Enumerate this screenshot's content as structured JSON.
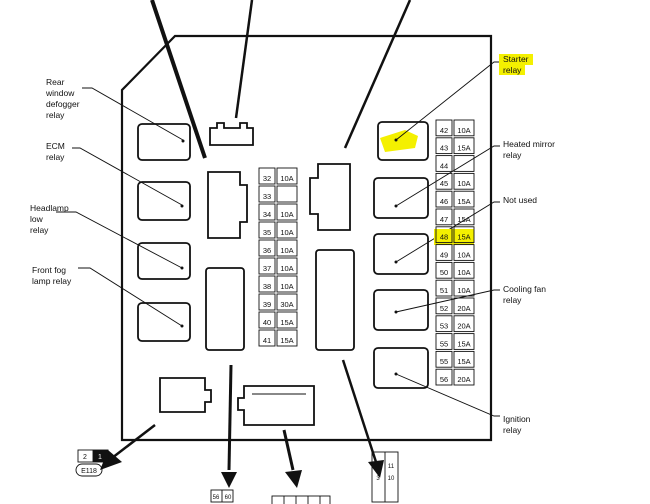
{
  "labels": {
    "rear_window_defogger_relay": "Rear\nwindow\ndefogger\nrelay",
    "ecm_relay": "ECM\nrelay",
    "headlamp_low_relay": "Headlamp\nlow\nrelay",
    "front_fog_lamp_relay": "Front fog\nlamp relay",
    "starter_relay": "Starter\nrelay",
    "heated_mirror_relay": "Heated mirror\nrelay",
    "not_used": "Not used",
    "cooling_fan_relay": "Cooling fan\nrelay",
    "ignition_relay": "Ignition\nrelay"
  },
  "fuses_middle": [
    {
      "num": "32",
      "amp": "10A"
    },
    {
      "num": "33",
      "amp": ""
    },
    {
      "num": "34",
      "amp": "10A"
    },
    {
      "num": "35",
      "amp": "10A"
    },
    {
      "num": "36",
      "amp": "10A"
    },
    {
      "num": "37",
      "amp": "10A"
    },
    {
      "num": "38",
      "amp": "10A"
    },
    {
      "num": "39",
      "amp": "30A"
    },
    {
      "num": "40",
      "amp": "15A"
    },
    {
      "num": "41",
      "amp": "15A"
    }
  ],
  "fuses_right": [
    {
      "num": "42",
      "amp": "10A"
    },
    {
      "num": "43",
      "amp": "15A"
    },
    {
      "num": "44",
      "amp": ""
    },
    {
      "num": "45",
      "amp": "10A"
    },
    {
      "num": "46",
      "amp": "15A"
    },
    {
      "num": "47",
      "amp": "15A"
    },
    {
      "num": "48",
      "amp": "15A"
    },
    {
      "num": "49",
      "amp": "10A"
    },
    {
      "num": "50",
      "amp": "10A"
    },
    {
      "num": "51",
      "amp": "10A"
    },
    {
      "num": "52",
      "amp": "20A"
    },
    {
      "num": "53",
      "amp": "20A"
    },
    {
      "num": "55",
      "amp": "15A"
    },
    {
      "num": "55",
      "amp": "15A"
    },
    {
      "num": "56",
      "amp": "20A"
    }
  ],
  "connectors": {
    "e118": "E118",
    "c1_top": "2",
    "c1_right": "1",
    "c2": "56",
    "c2b": "60",
    "c3": "4",
    "c3b": "3",
    "c3c": "11",
    "c3d": "10"
  },
  "colors": {
    "highlight": "#f4f000",
    "line": "#111111"
  }
}
